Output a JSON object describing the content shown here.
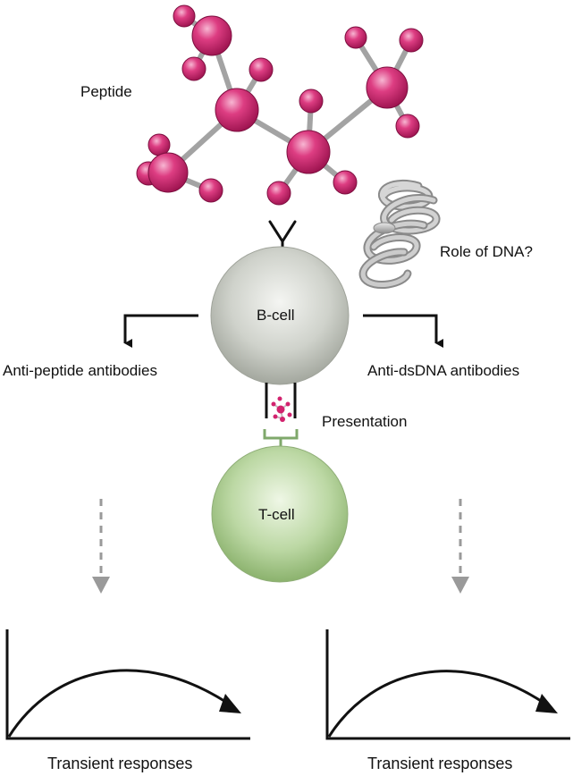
{
  "labels": {
    "peptide": "Peptide",
    "role_of_dna": "Role of DNA?",
    "b_cell": "B-cell",
    "t_cell": "T-cell",
    "presentation": "Presentation",
    "anti_peptide": "Anti-peptide antibodies",
    "anti_dsdna": "Anti-dsDNA antibodies",
    "transient_left": "Transient responses",
    "transient_right": "Transient responses"
  },
  "colors": {
    "peptide_atom": "#d2236e",
    "peptide_bond": "#a3a3a3",
    "b_cell": "#b9bdb3",
    "t_cell": "#a9c98e",
    "presentation_receptor": "#7fa86b",
    "arrow": "#111111",
    "dashed_arrow": "#9a9a9a",
    "dna": "#b5b5b5"
  },
  "icons": {
    "peptide": "peptide-molecule-icon",
    "dna": "dna-helix-icon",
    "antibody": "antibody-y-icon"
  }
}
